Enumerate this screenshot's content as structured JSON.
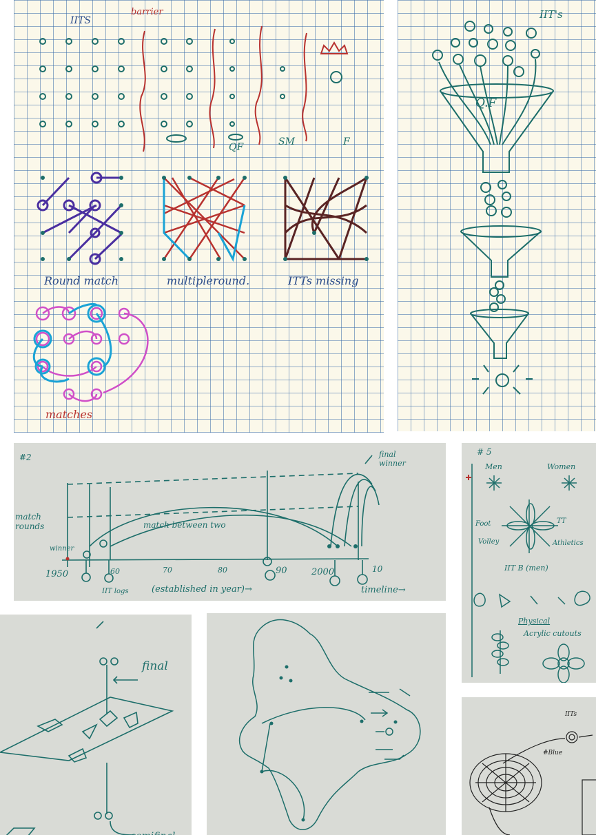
{
  "colors": {
    "grid_paper": "#fbf8ea",
    "grid_lines": "#5b8fc4",
    "plain_paper": "#d9dbd6",
    "ink_teal": "#1d6e6a",
    "ink_blue": "#2b4c8a",
    "ink_red": "#b8322f",
    "ink_purple": "#4a2fa0",
    "ink_pink": "#d04fc8",
    "ink_cyan": "#1aa3d6",
    "ink_brown": "#5a2424"
  },
  "bracket_sheet": {
    "title": "IITS",
    "barrier_label": "barrier",
    "stage_labels": [
      "QF",
      "SM",
      "F"
    ],
    "sketch_labels": [
      "Round match",
      "multipleround.",
      "ITTs missing",
      "matches"
    ]
  },
  "funnel_sheet": {
    "title": "IIT's",
    "funnel_label": "Q.F"
  },
  "timeline_sheet": {
    "number": "#2",
    "final_winner": "final winner",
    "match_rounds": "match rounds",
    "winner": "winner",
    "match_between_two": "match between two",
    "year_ticks": [
      "1950",
      "60",
      "70",
      "80",
      "90",
      "2000",
      "10"
    ],
    "iit_logos": "IIT logs",
    "established": "(established in year)→",
    "timeline": "timeline→"
  },
  "sports_sheet": {
    "number": "# 5",
    "men": "Men",
    "women": "Women",
    "sports": [
      "Foot",
      "TT",
      "Volley",
      "Athletics"
    ],
    "iit_b_men": "IIT B (men)",
    "physical": "Physical",
    "acrylic": "Acrylic cutouts"
  },
  "final_sheet": {
    "final": "final",
    "semifinal": "semifinal"
  },
  "spiral_sheet": {
    "iits": "IITs",
    "blue": "#Blue"
  }
}
